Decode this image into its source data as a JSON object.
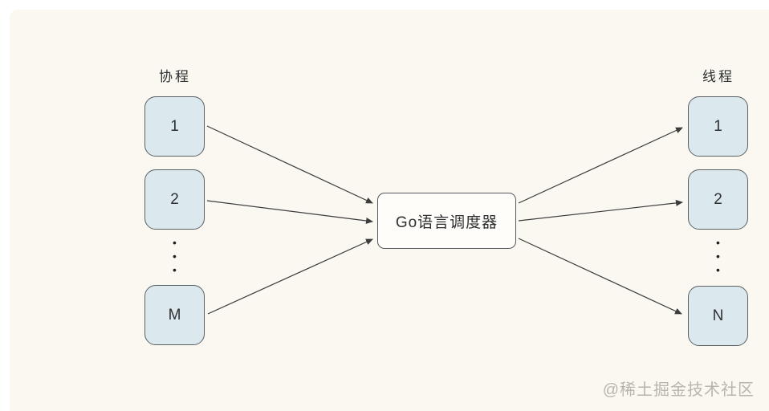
{
  "diagram": {
    "title_implicit": "Go M:N scheduler mapping diagram",
    "left_group": {
      "label": "协程",
      "nodes": [
        "1",
        "2",
        "M"
      ],
      "ellipsis": "•\n•\n•"
    },
    "center": {
      "label": "Go语言调度器"
    },
    "right_group": {
      "label": "线程",
      "nodes": [
        "1",
        "2",
        "N"
      ],
      "ellipsis": "•\n•\n•"
    },
    "watermark": "@稀土掘金技术社区",
    "colors": {
      "background": "#faf8f1",
      "page_edge": "#ffffff",
      "node_fill": "#dbe9ee",
      "node_border": "#5a5f63",
      "center_fill": "#fefdf9",
      "arrow": "#3c3c3c",
      "text": "#2d2f31",
      "watermark": "#b9b5ac"
    }
  }
}
